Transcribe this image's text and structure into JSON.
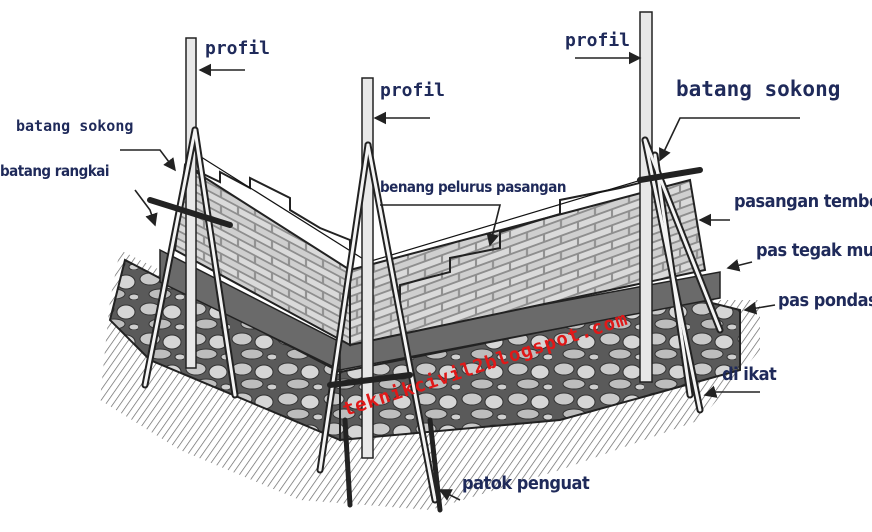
{
  "labels": {
    "profil_left": "profil",
    "profil_middle": "profil",
    "profil_right": "profil",
    "batang_sokong_left": "batang sokong",
    "batang_sokong_right": "batang sokong",
    "batang_rangkai": "batang rangkai",
    "benang_pelurus": "benang pelurus pasangan",
    "pasangan_tembok": "pasangan tembok",
    "pas_tegak_muka": "pas tegak muka",
    "pas_pondasi": "pas pondasi",
    "di_ikat": "di ikat",
    "patok_penguat": "patok penguat"
  },
  "watermark": "teknikcivil2blogspot.com",
  "colors": {
    "label": "#1f2a5a",
    "watermark": "#e01818",
    "ink": "#222222"
  }
}
